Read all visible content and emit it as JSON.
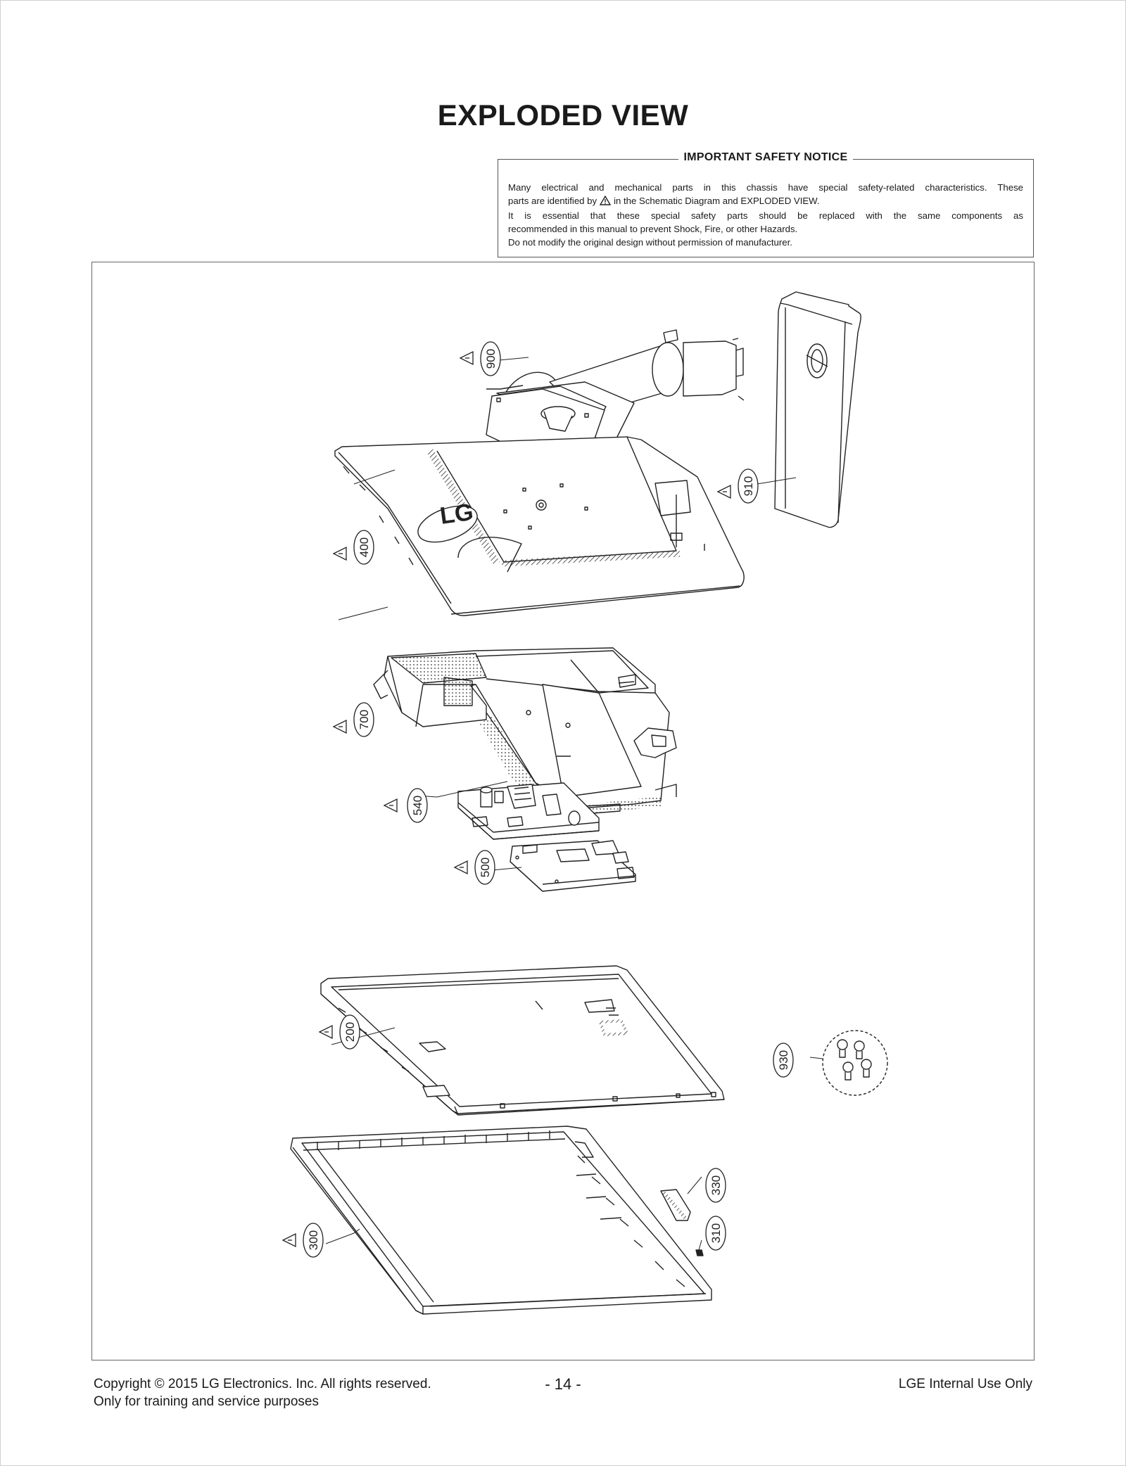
{
  "page": {
    "title": "EXPLODED VIEW"
  },
  "safety_notice": {
    "heading": "IMPORTANT SAFETY NOTICE",
    "line1": "Many electrical and mechanical parts in this chassis have special safety-related characteristics. These",
    "line2_before": "parts are identified by",
    "line2_after": "in the Schematic Diagram and EXPLODED VIEW.",
    "line3": "It is essential that these special safety parts should be replaced with the same components as",
    "line4": "recommended in this manual to prevent Shock, Fire, or other Hazards.",
    "line5": "Do not modify the original design without permission of manufacturer.",
    "icon": "warning-triangle-icon"
  },
  "parts": [
    {
      "number": "900"
    },
    {
      "number": "910"
    },
    {
      "number": "400"
    },
    {
      "number": "700"
    },
    {
      "number": "540"
    },
    {
      "number": "500"
    },
    {
      "number": "200"
    },
    {
      "number": "930"
    },
    {
      "number": "330"
    },
    {
      "number": "310"
    },
    {
      "number": "300"
    }
  ],
  "logo_text": "LG",
  "footer": {
    "copyright": "Copyright  © 2015  LG Electronics. Inc. All rights reserved.",
    "purpose": "Only for training and service purposes",
    "page_number": "- 14 -",
    "internal": "LGE Internal Use Only"
  }
}
